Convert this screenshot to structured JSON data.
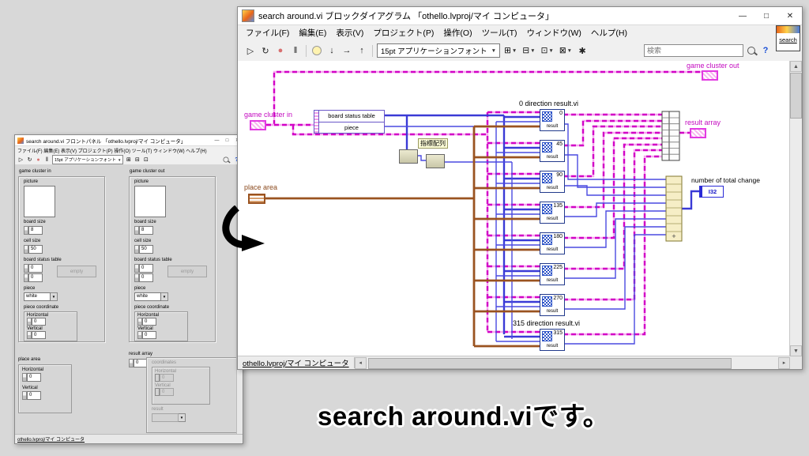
{
  "caption": "search around.viです。",
  "icons": {
    "minimize": "—",
    "maximize": "□",
    "close": "✕",
    "run": "▷",
    "run_continuous": "↻",
    "abort": "●",
    "pause": "‖",
    "step_into": "↓",
    "step_over": "→",
    "step_out": "↑",
    "dropdown_arrow": "▼",
    "align": "⊞",
    "distribute": "⊟",
    "resize": "⊡",
    "reorder": "⊠",
    "cleanup": "✱",
    "help": "?",
    "scroll_up": "▲",
    "scroll_down": "▼",
    "scroll_left": "◂",
    "scroll_right": "▸",
    "plus": "+"
  },
  "front_window": {
    "title": "search around.vi ブロックダイアグラム 「othello.lvproj/マイ コンピュータ」",
    "menu": [
      "ファイル(F)",
      "編集(E)",
      "表示(V)",
      "プロジェクト(P)",
      "操作(O)",
      "ツール(T)",
      "ウィンドウ(W)",
      "ヘルプ(H)"
    ],
    "toolbar": {
      "font_selector": "15pt アプリケーションフォント",
      "search_placeholder": "検索"
    },
    "vi_icon_label": "search",
    "bottom_tab": "othello.lvproj/マイ コンピュータ",
    "diagram": {
      "game_cluster_in": "game cluster in",
      "game_cluster_out": "game cluster out",
      "unbundle_row1": "board status table",
      "unbundle_row2": "piece",
      "index_array_label": "指標配列",
      "place_area": "place area",
      "first_subvi_label": "0 direction result.vi",
      "last_subvi_label": "315 direction result.vi",
      "result_array": "result array",
      "total_change_label": "number of total change",
      "i32": "I32",
      "result_word": "result",
      "subvis": [
        {
          "num": "0"
        },
        {
          "num": "45"
        },
        {
          "num": "90"
        },
        {
          "num": "135"
        },
        {
          "num": "180"
        },
        {
          "num": "225"
        },
        {
          "num": "270"
        },
        {
          "num": "315"
        }
      ]
    }
  },
  "back_window": {
    "title": "search around.vi フロントパネル 「othello.lvproj/マイ コンピュータ」",
    "menu_text": "ファイル(F) 編集(E) 表示(V) プロジェクト(P) 操作(O) ツール(T) ウィンドウ(W) ヘルプ(H)",
    "toolbar_font": "15pt アプリケーションフォント",
    "bottom_tab": "othello.lvproj/マイ コンピュータ",
    "labels": {
      "game_cluster_in": "game cluster in",
      "game_cluster_out": "game cluster out",
      "picture": "picture",
      "board_size": "board size",
      "cell_size": "cell size",
      "board_status_table": "board status table",
      "piece": "piece",
      "piece_coordinate": "piece coordinate",
      "horizontal": "Horizontal",
      "vertical": "Vertical",
      "result_array": "result array",
      "coordinates": "coordinates",
      "result": "result",
      "place_area": "place area"
    },
    "values": {
      "board_size": "8",
      "cell_size": "50",
      "zero": "0",
      "piece": "white",
      "empty": "empty"
    }
  }
}
